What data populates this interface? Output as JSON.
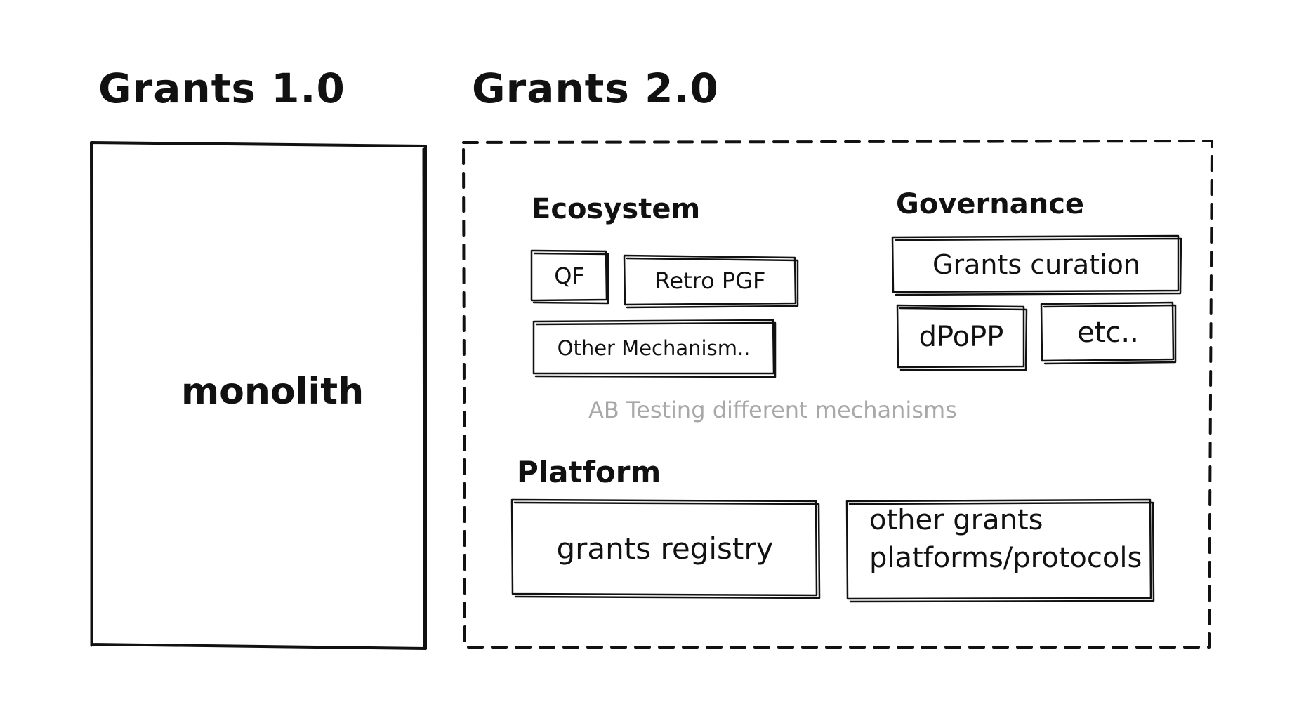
{
  "grants1": {
    "title": "Grants 1.0",
    "monolith_label": "monolith"
  },
  "grants2": {
    "title": "Grants 2.0",
    "ecosystem": {
      "title": "Ecosystem",
      "items": [
        "QF",
        "Retro PGF",
        "Other Mechanism.."
      ]
    },
    "governance": {
      "title": "Governance",
      "items": [
        "Grants curation",
        "dPoPP",
        "etc.."
      ]
    },
    "ab_note": "AB Testing different mechanisms",
    "platform": {
      "title": "Platform",
      "registry_label": "grants registry",
      "other_line1": "other grants",
      "other_line2": "platforms/protocols"
    }
  },
  "colors": {
    "ink": "#111111",
    "note": "#a8a8a8",
    "background": "#ffffff"
  }
}
